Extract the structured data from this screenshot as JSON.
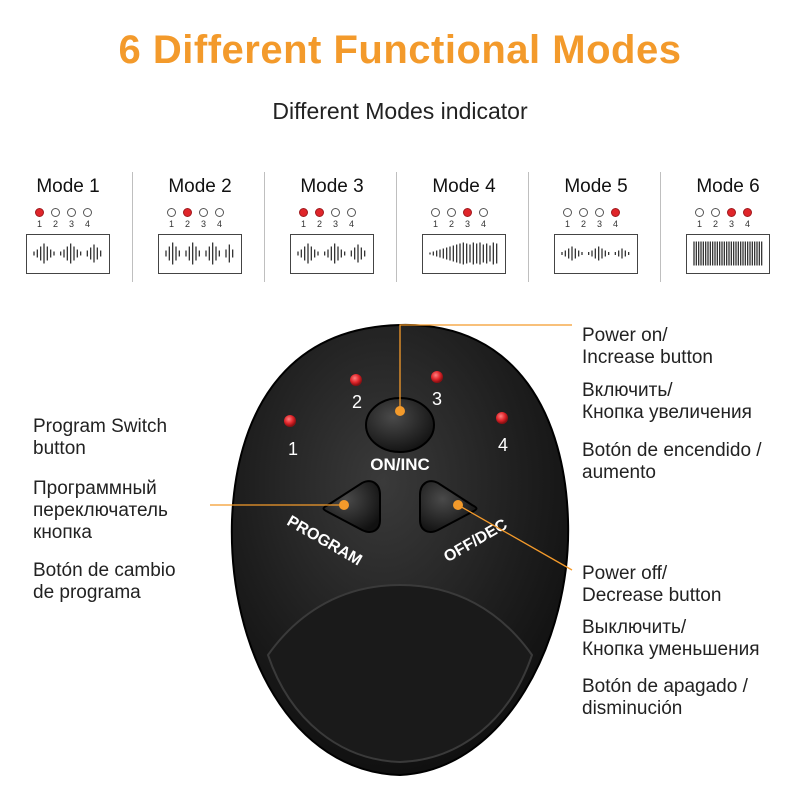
{
  "title": "6 Different Functional Modes",
  "subtitle": "Different Modes indicator",
  "modes": [
    {
      "name": "Mode 1",
      "leds": [
        1,
        0,
        0,
        0
      ],
      "pattern": "cluster"
    },
    {
      "name": "Mode 2",
      "leds": [
        0,
        1,
        0,
        0
      ],
      "pattern": "spaced"
    },
    {
      "name": "Mode 3",
      "leds": [
        1,
        1,
        0,
        0
      ],
      "pattern": "cluster"
    },
    {
      "name": "Mode 4",
      "leds": [
        0,
        0,
        1,
        0
      ],
      "pattern": "ramp"
    },
    {
      "name": "Mode 5",
      "leds": [
        0,
        0,
        0,
        1
      ],
      "pattern": "small"
    },
    {
      "name": "Mode 6",
      "leds": [
        0,
        0,
        1,
        1
      ],
      "pattern": "dense"
    }
  ],
  "led_numbers": [
    "1",
    "2",
    "3",
    "4"
  ],
  "colors": {
    "title": "#f39a2b",
    "led_on": "#e0252a",
    "pointer": "#f39a2b",
    "device": "#1c1c1c"
  },
  "device": {
    "leds": [
      "1",
      "2",
      "3",
      "4"
    ],
    "on_inc": "ON/INC",
    "program": "PROGRAM",
    "off_dec": "OFF/DEC"
  },
  "labels": {
    "power_on": [
      "Power on/",
      "Increase button"
    ],
    "power_on_ru": [
      "Включить/",
      "Кнопка увеличения"
    ],
    "power_on_es": [
      "Botón de encendido /",
      "aumento"
    ],
    "program_switch": [
      "Program Switch",
      "button"
    ],
    "program_switch_ru": [
      "Программный",
      "переключатель",
      "кнопка"
    ],
    "program_switch_es": [
      "Botón de cambio",
      "de programa"
    ],
    "power_off": [
      "Power off/",
      "Decrease button"
    ],
    "power_off_ru": [
      "Выключить/",
      "Кнопка уменьшения"
    ],
    "power_off_es": [
      "Botón de apagado /",
      "disminución"
    ]
  }
}
